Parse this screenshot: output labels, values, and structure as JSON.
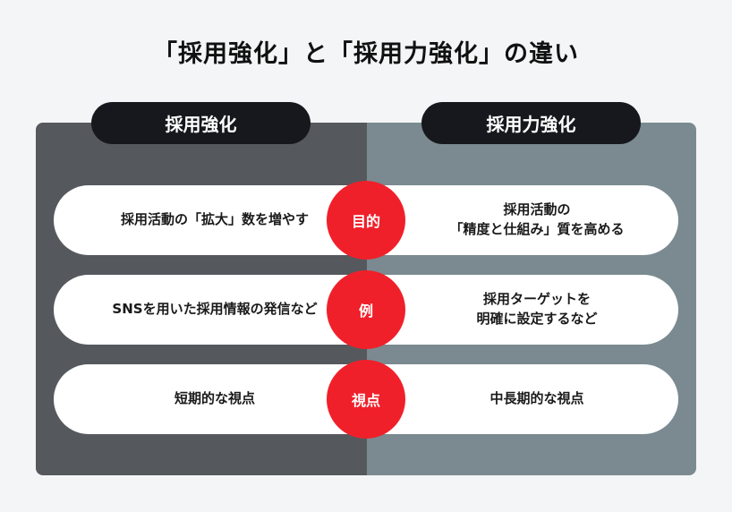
{
  "title": "「採用強化」と「採用力強化」の違い",
  "columns": {
    "left": "採用強化",
    "right": "採用力強化"
  },
  "colors": {
    "left_panel": "#55595d",
    "right_panel": "#7a8a90",
    "header_pill": "#16181d",
    "badge": "#f0202a",
    "row": "#ffffff"
  },
  "rows": [
    {
      "label": "目的",
      "left": "採用活動の「拡大」数を増やす",
      "right_line1": "採用活動の",
      "right_line2": "「精度と仕組み」質を高める"
    },
    {
      "label": "例",
      "left": "SNSを用いた採用情報の発信など",
      "right_line1": "採用ターゲットを",
      "right_line2": "明確に設定するなど"
    },
    {
      "label": "視点",
      "left": "短期的な視点",
      "right_line1": "中長期的な視点",
      "right_line2": ""
    }
  ]
}
